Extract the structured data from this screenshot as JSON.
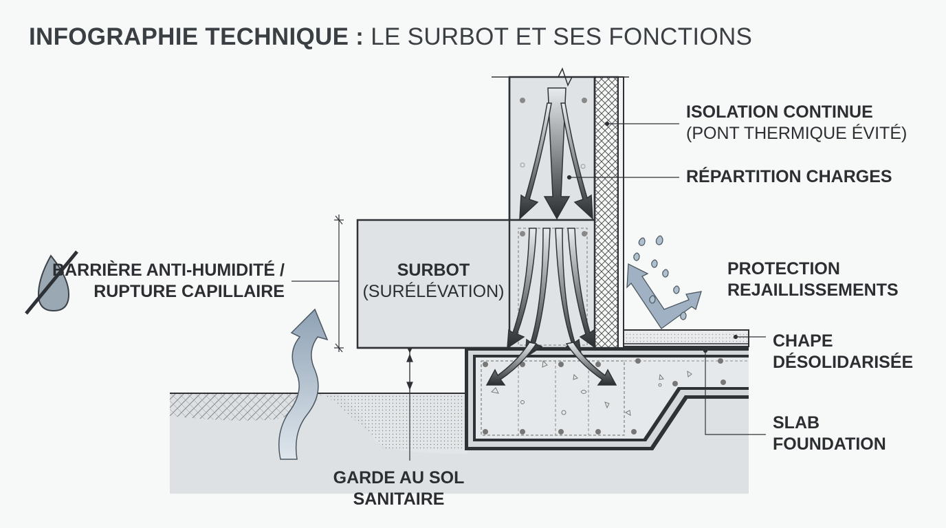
{
  "title": {
    "bold": "INFOGRAPHIE TECHNIQUE :",
    "light": "LE SURBOT ET SES FONCTIONS"
  },
  "labels": {
    "isolation": {
      "line1": "ISOLATION CONTINUE",
      "line2": "(PONT THERMIQUE ÉVITÉ)"
    },
    "repartition": {
      "line1": "RÉPARTITION CHARGES"
    },
    "surbot": {
      "line1": "SURBOT",
      "line2": "(SURÉLÉVATION)"
    },
    "barriere": {
      "line1": "BARRIÈRE ANTI-HUMIDITÉ /",
      "line2": "RUPTURE CAPILLAIRE"
    },
    "protection": {
      "line1": "PROTECTION",
      "line2": "REJAILLISSEMENTS"
    },
    "chape": {
      "line1": "CHAPE",
      "line2": "DÉSOLIDARISÉE"
    },
    "slab": {
      "line1": "SLAB",
      "line2": "FOUNDATION"
    },
    "garde": {
      "line1": "GARDE AU SOL",
      "line2": "SANITAIRE"
    }
  },
  "icons": [
    "water-drop-crossed-icon",
    "rising-moisture-arrow-icon",
    "load-arrows-icon",
    "splash-arrow-icon",
    "water-droplets-icon"
  ],
  "colors": {
    "concrete": "#dfe3e6",
    "line": "#2e3236",
    "arrow_dark": "#34383c",
    "moisture_arrow": "#9aabbb",
    "splash_arrow": "#8fa3b5"
  }
}
